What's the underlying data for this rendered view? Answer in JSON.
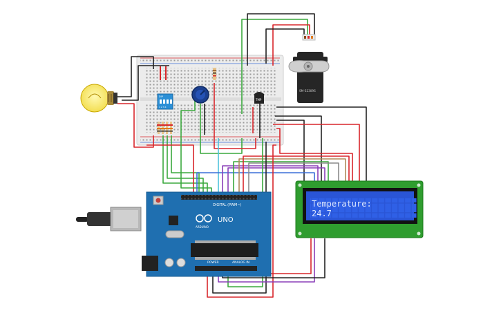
{
  "components": {
    "servo": {
      "model": "SM-S2309S"
    },
    "sensor": {
      "label": "TMP"
    },
    "dip_switch": {
      "label": "DIP",
      "positions": "1 2 3 4"
    },
    "arduino": {
      "brand": "UNO",
      "logo_text": "ARDUINO",
      "digital_label": "DIGITAL (PWM~)",
      "power_label": "POWER",
      "analog_label": "ANALOG IN"
    },
    "lcd": {
      "line1": "Temperature:",
      "line2": "24.7"
    }
  },
  "colors": {
    "wire_red": "#d8262b",
    "wire_black": "#222222",
    "wire_green": "#3aa83d",
    "wire_blue": "#3b6fd8",
    "wire_cyan": "#4fc3dc",
    "wire_purple": "#8a3fb8",
    "wire_tan": "#b08a5a",
    "arduino_blue": "#1f6fb0",
    "lcd_green": "#2f9d2f",
    "lcd_screen": "#2a55d6",
    "lcd_text": "#c8d8ff"
  }
}
